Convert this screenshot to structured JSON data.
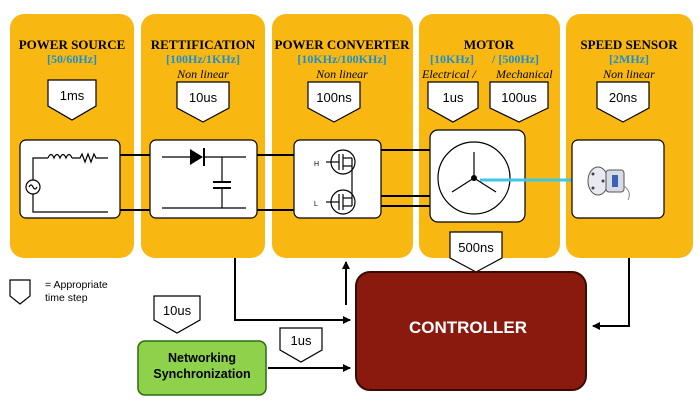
{
  "blocks": {
    "power_source": {
      "title": "POWER SOURCE",
      "freq": "[50/60Hz]",
      "timestep": "1ms"
    },
    "rectification": {
      "title": "RETTIFICATION",
      "freq": "[100Hz/1KHz]",
      "nonlinear": "Non linear",
      "timestep": "10us"
    },
    "power_converter": {
      "title": "POWER CONVERTER",
      "freq": "[10KHz/100KHz]",
      "nonlinear": "Non linear",
      "timestep": "100ns"
    },
    "motor": {
      "title": "MOTOR",
      "freq_electrical": "[10KHz]",
      "freq_mechanical": "/ [500Hz]",
      "label_electrical": "Electrical /",
      "label_mechanical": "Mechanical",
      "timestep_electrical": "1us",
      "timestep_mechanical": "100us",
      "timestep_controller": "500ns"
    },
    "speed_sensor": {
      "title": "SPEED SENSOR",
      "freq": "[2MHz]",
      "nonlinear": "Non linear",
      "timestep": "20ns"
    }
  },
  "controller": {
    "label": "CONTROLLER"
  },
  "networking": {
    "line1": "Networking",
    "line2": "Synchronization",
    "timestep_top": "10us",
    "timestep_right": "1us"
  },
  "legend": {
    "line1": "= Appropriate",
    "line2": "time step"
  },
  "converter_labels": {
    "h": "H",
    "l": "L"
  },
  "colors": {
    "block": "#f9b811",
    "frequency_text": "#1a8fd0",
    "controller": "#8b1a0e",
    "networking": "#8ed14a",
    "shaft": "#3cc8e8"
  }
}
